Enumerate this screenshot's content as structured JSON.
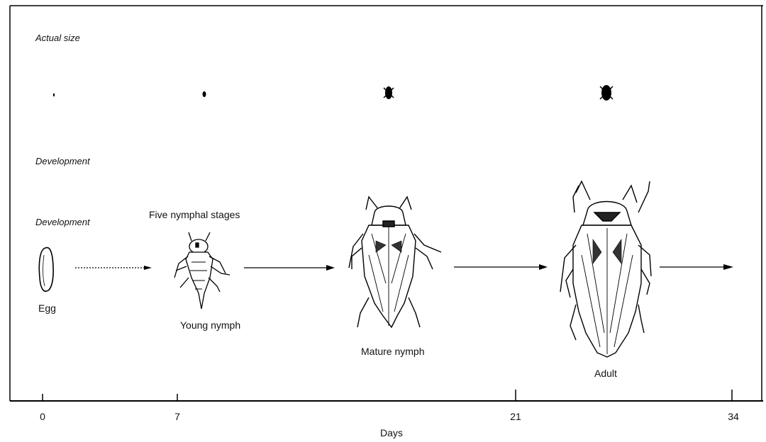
{
  "row_labels": {
    "actual_size": "Actual size",
    "development_1": "Development",
    "development_2": "Development"
  },
  "stages": {
    "egg": "Egg",
    "young_nymph": "Young nymph",
    "nymphal_stages": "Five nymphal stages",
    "mature_nymph": "Mature nymph",
    "adult": "Adult"
  },
  "axis": {
    "label": "Days",
    "ticks": [
      "0",
      "7",
      "21",
      "34"
    ]
  }
}
